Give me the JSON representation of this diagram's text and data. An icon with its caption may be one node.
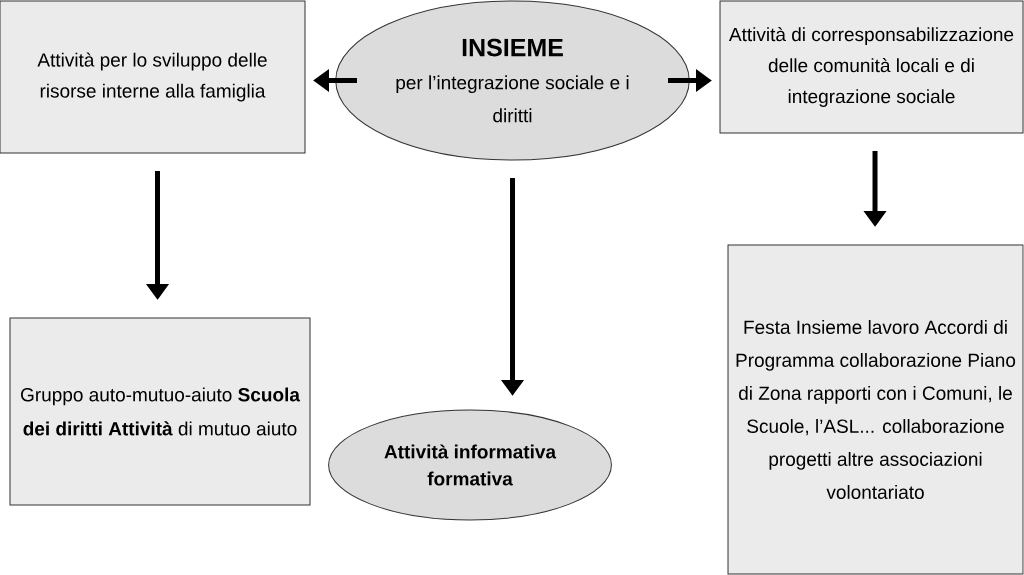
{
  "diagram": {
    "nodes": [
      {
        "text": [
          "Attività per lo sviluppo delle risorse interne alla famiglia"
        ]
      },
      {
        "text": [
          "INSIEME",
          "per l’integrazione sociale e i diritti"
        ]
      },
      {
        "text": [
          "Attività di corresponsabilizzazione delle comunità locali e di integrazione sociale"
        ]
      },
      {
        "text": [
          "Gruppo auto-mutuo-aiuto **Scuola dei diritti Attività** di mutuo aiuto"
        ]
      },
      {
        "text": [
          "Attività informativa formativa"
        ]
      },
      {
        "text": [
          "Festa Insieme lavoro Accordi di Programma collaborazione Piano di Zona rapporti con i Comuni, le Scuole, l’ASL... collaborazione progetti altre associazioni volontariato"
        ]
      }
    ],
    "edges": [
      {
        "from": 1,
        "to": 0,
        "arrow": "to"
      },
      {
        "from": 1,
        "to": 2,
        "arrow": "to"
      },
      {
        "from": 0,
        "to": 3,
        "arrow": "to"
      },
      {
        "from": 1,
        "to": 4,
        "arrow": "to"
      },
      {
        "from": 2,
        "to": 5,
        "arrow": "to"
      }
    ]
  }
}
